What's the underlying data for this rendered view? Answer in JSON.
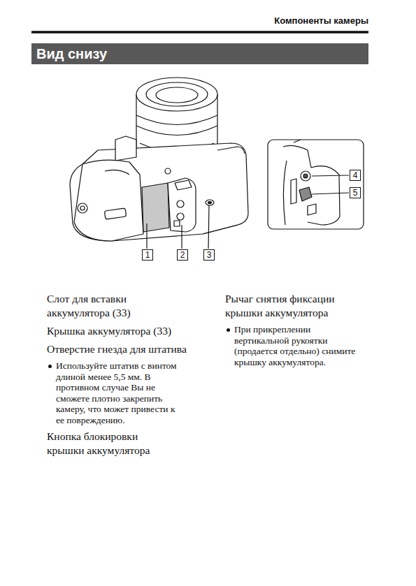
{
  "diagram": {
    "title": "Вид снизу",
    "nodes": [
      {
        "text": [
          "1"
        ]
      },
      {
        "text": [
          "2"
        ]
      },
      {
        "text": [
          "3"
        ]
      },
      {
        "text": [
          "4"
        ]
      },
      {
        "text": [
          "5"
        ]
      }
    ],
    "labels": [
      "Компоненты камеры",
      "Слот для вставки аккумулятора (33)",
      "Крышка аккумулятора (33)",
      "Отверстие гнезда для штатива",
      "Используйте штатив с винтом длиной менее 5,5 мм. В противном случае Вы не сможете плотно закрепить камеру, что может привести к ее повреждению.",
      "Кнопка блокировки крышки аккумулятора",
      "Рычаг снятия фиксации крышки аккумулятора",
      "При прикреплении вертикальной рукоятки (продается отдельно) снимите крышку аккумулятора."
    ]
  }
}
